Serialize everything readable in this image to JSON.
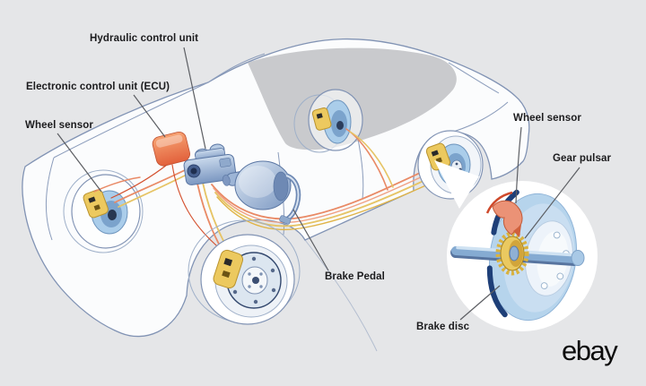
{
  "labels": {
    "hydraulic_control_unit": "Hydraulic control unit",
    "electronic_control_unit": "Electronic control unit (ECU)",
    "wheel_sensor_front": "Wheel sensor",
    "wheel_sensor_rear": "Wheel sensor",
    "gear_pulsar": "Gear pulsar",
    "brake_pedal": "Brake Pedal",
    "brake_disc": "Brake disc"
  },
  "logo": {
    "text": "ebay"
  },
  "colors": {
    "background": "#e5e6e8",
    "car_outline": "#8193b4",
    "glass_shadow": "#c9cacd",
    "brake_disc_blue": "#aacdea",
    "sensor_yellow": "#ecc95f",
    "ecu_orange": "#e9744a",
    "unit_blue": "#8fa9cc",
    "tube_salmon": "#e98a66",
    "tube_yellow": "#e6c465",
    "tube_red": "#d4502e",
    "leader_line": "#5c5e63",
    "label_text": "#1b1b1d",
    "logo_black": "#0c0c0c"
  }
}
